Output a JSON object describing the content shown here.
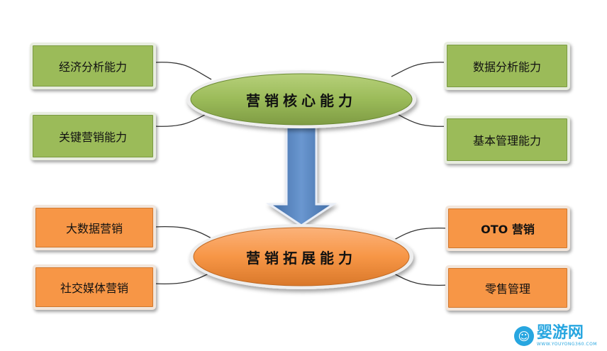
{
  "colors": {
    "green": "#9bbb59",
    "orange": "#f79646",
    "arrow": "#4f81bd",
    "logo": "#27a6e0"
  },
  "top": {
    "center": "营销核心能力",
    "left": [
      "经济分析能力",
      "关键营销能力"
    ],
    "right": [
      "数据分析能力",
      "基本管理能力"
    ]
  },
  "bottom": {
    "center": "营销拓展能力",
    "left": [
      "大数据营销",
      "社交媒体营销"
    ],
    "right": [
      "OTO 营销",
      "零售管理"
    ]
  },
  "watermark": {
    "brand": "婴游网",
    "url": "WWW.YOUYONG360.COM",
    "icon": "baby-face-icon"
  }
}
